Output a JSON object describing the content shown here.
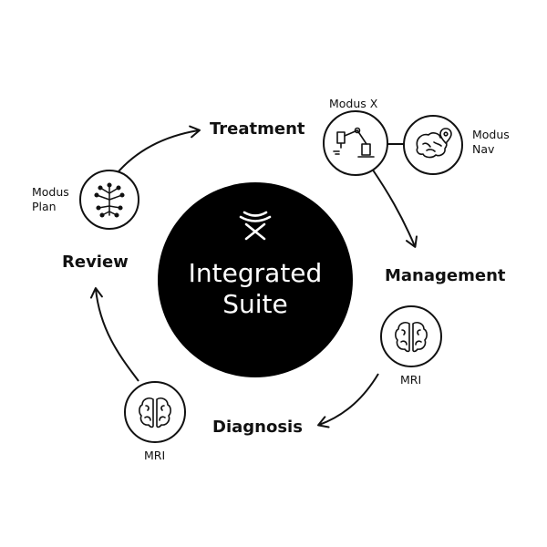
{
  "center": {
    "title_line1": "Integrated",
    "title_line2": "Suite",
    "logo_icon": "suite-logo-icon"
  },
  "phases": {
    "treatment": "Treatment",
    "management": "Management",
    "diagnosis": "Diagnosis",
    "review": "Review"
  },
  "nodes": {
    "modus_x": {
      "label": "Modus X",
      "icon": "robotic-arm-icon"
    },
    "modus_nav": {
      "label_line1": "Modus",
      "label_line2": "Nav",
      "icon": "brain-location-pin-icon"
    },
    "modus_plan": {
      "label_line1": "Modus",
      "label_line2": "Plan",
      "icon": "neural-tree-icon"
    },
    "mri_management": {
      "label": "MRI",
      "icon": "brain-icon"
    },
    "mri_diagnosis": {
      "label": "MRI",
      "icon": "brain-icon"
    }
  },
  "colors": {
    "ink": "#111111",
    "background": "#ffffff",
    "center_fill": "#000000"
  }
}
